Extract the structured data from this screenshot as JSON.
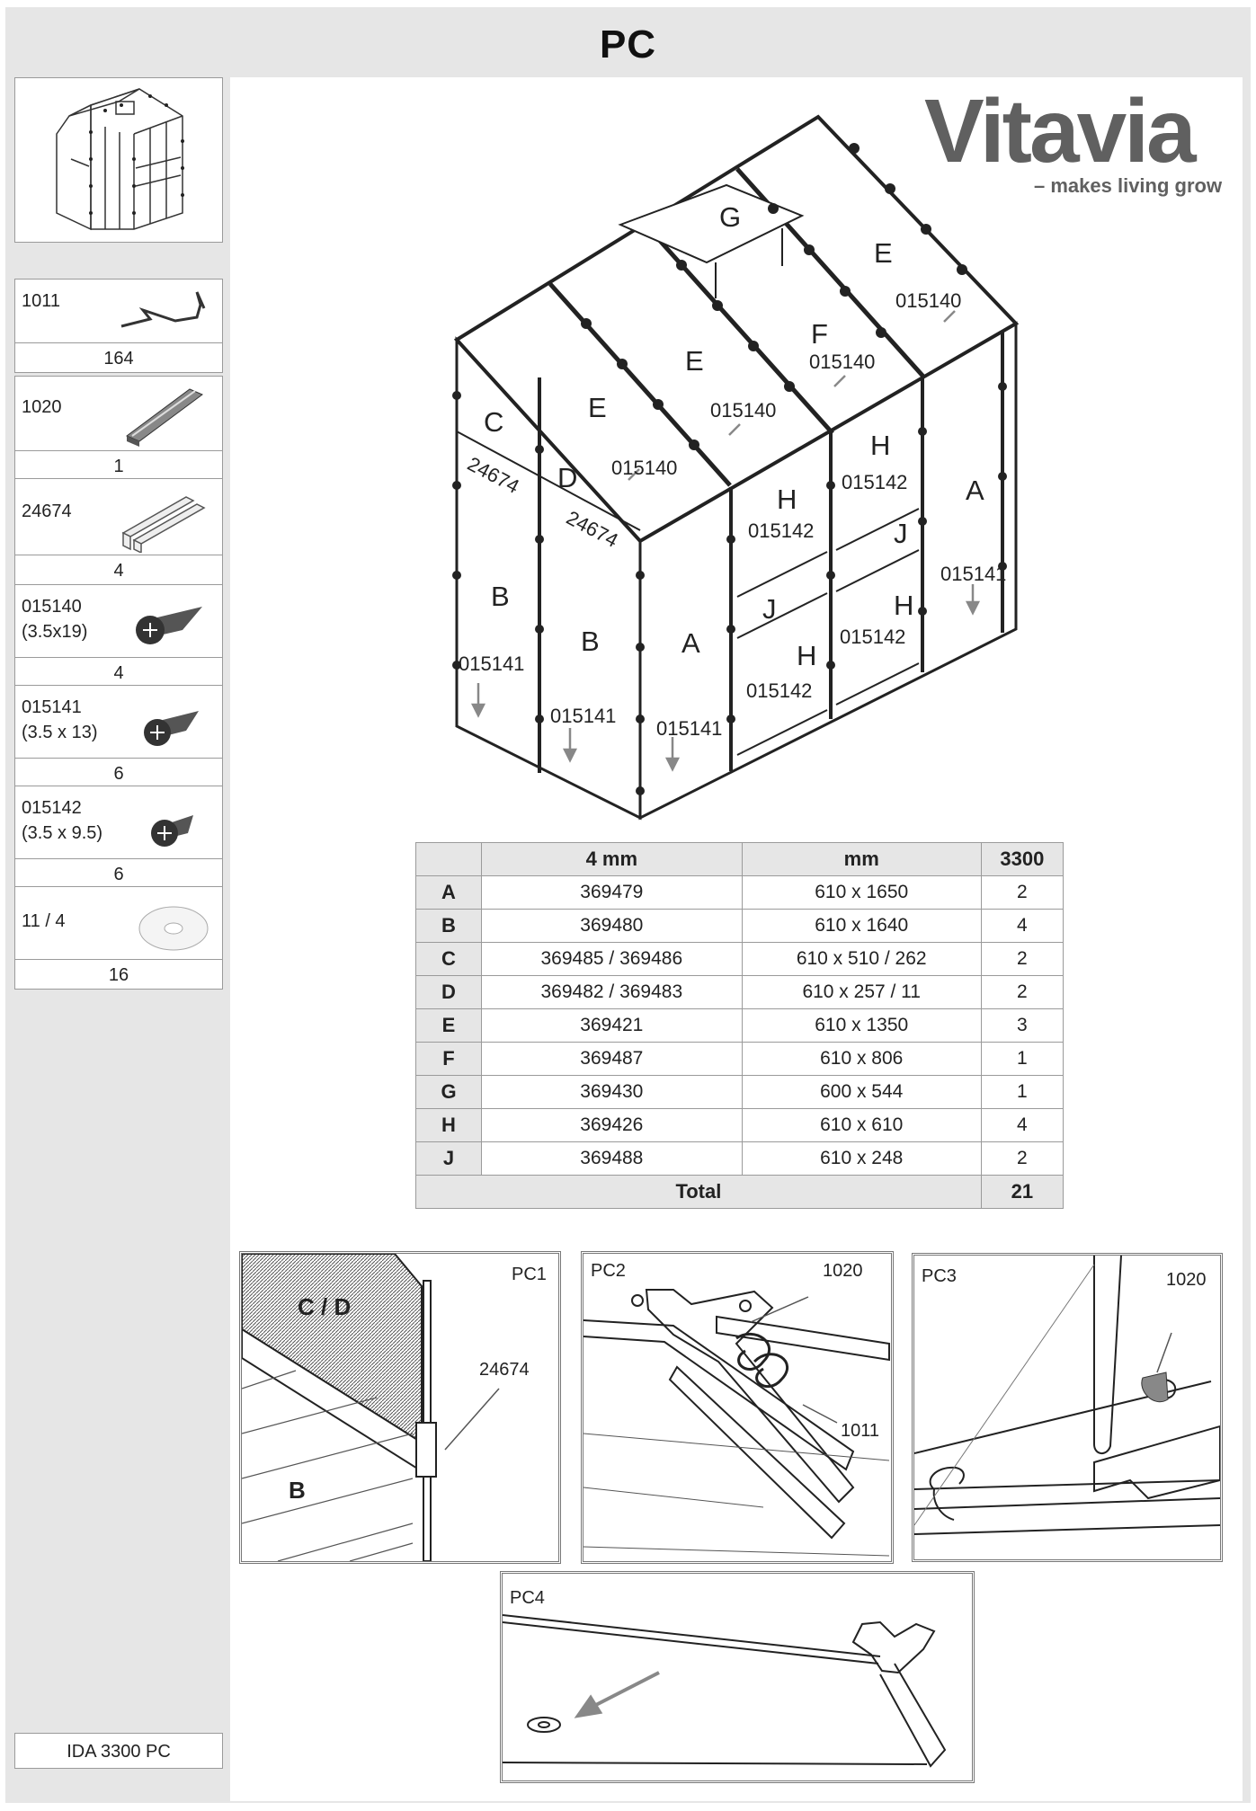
{
  "page": {
    "title": "PC"
  },
  "brand": {
    "name": "Vitavia",
    "tagline": "– makes living grow"
  },
  "parts": [
    {
      "code": "1011",
      "qty": "164",
      "icon": "wire-clip-icon"
    },
    {
      "code": "1020",
      "qty": "1",
      "icon": "profile-bar-icon"
    },
    {
      "code": "24674",
      "qty": "4",
      "icon": "h-profile-icon"
    },
    {
      "code": "015140\n(3.5x19)",
      "qty": "4",
      "icon": "screw-icon"
    },
    {
      "code": "015141\n(3.5 x 13)",
      "qty": "6",
      "icon": "screw-icon"
    },
    {
      "code": "015142\n(3.5 x 9.5)",
      "qty": "6",
      "icon": "screw-icon"
    },
    {
      "code": "11 / 4",
      "qty": "16",
      "icon": "washer-icon"
    }
  ],
  "model_label": "IDA 3300 PC",
  "diagram": {
    "labels": {
      "G": "G",
      "E1": "E",
      "E2": "E",
      "E3": "E",
      "F": "F",
      "C": "C",
      "D": "D",
      "A1": "A",
      "A2": "A",
      "B1": "B",
      "B2": "B",
      "H1": "H",
      "H2": "H",
      "H3": "H",
      "H4": "H",
      "J1": "J",
      "J2": "J",
      "s015140a": "015140",
      "s015140b": "015140",
      "s015140c": "015140",
      "s015140d": "015140",
      "s015141a": "015141",
      "s015141b": "015141",
      "s015141c": "015141",
      "s015141d": "015141",
      "s015142a": "015142",
      "s015142b": "015142",
      "s015142c": "015142",
      "s015142d": "015142",
      "p24674a": "24674",
      "p24674b": "24674"
    }
  },
  "table": {
    "headers": [
      "",
      "4 mm",
      "mm",
      "3300"
    ],
    "rows": [
      [
        "A",
        "369479",
        "610 x 1650",
        "2"
      ],
      [
        "B",
        "369480",
        "610 x 1640",
        "4"
      ],
      [
        "C",
        "369485 / 369486",
        "610 x 510 / 262",
        "2"
      ],
      [
        "D",
        "369482 / 369483",
        "610 x 257 / 11",
        "2"
      ],
      [
        "E",
        "369421",
        "610 x 1350",
        "3"
      ],
      [
        "F",
        "369487",
        "610 x 806",
        "1"
      ],
      [
        "G",
        "369430",
        "600 x 544",
        "1"
      ],
      [
        "H",
        "369426",
        "610 x 610",
        "4"
      ],
      [
        "J",
        "369488",
        "610 x 248",
        "2"
      ]
    ],
    "total_label": "Total",
    "total_value": "21"
  },
  "details": {
    "pc1": {
      "title": "PC1",
      "panel": "C / D",
      "lower": "B",
      "part": "24674"
    },
    "pc2": {
      "title": "PC2",
      "part_a": "1020",
      "part_b": "1011"
    },
    "pc3": {
      "title": "PC3",
      "part": "1020"
    },
    "pc4": {
      "title": "PC4"
    }
  }
}
